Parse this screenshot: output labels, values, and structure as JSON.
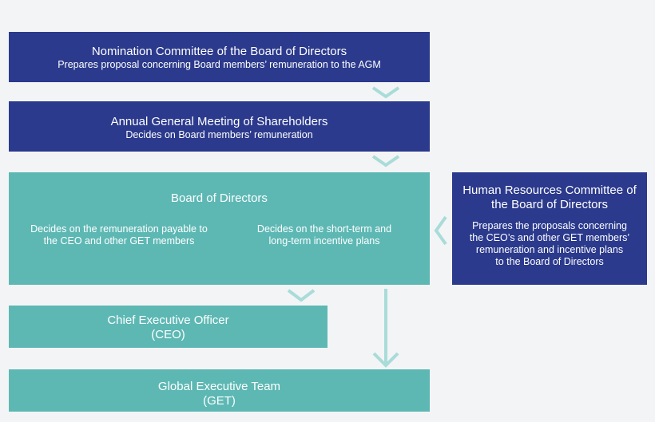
{
  "nomination": {
    "title": "Nomination Committee of the Board of Directors",
    "subtitle": "Prepares proposal concerning Board members’ remuneration to the AGM"
  },
  "agm": {
    "title": "Annual General Meeting of Shareholders",
    "subtitle": "Decides on Board members’ remuneration"
  },
  "board": {
    "title": "Board of Directors",
    "left_lines": [
      "Decides on the remuneration payable to",
      "the CEO and other GET members"
    ],
    "right_lines": [
      "Decides on the short-term and",
      "long-term incentive plans"
    ]
  },
  "hr": {
    "title_lines": [
      "Human Resources Committee of",
      "the Board of Directors"
    ],
    "desc_lines": [
      "Prepares the proposals concerning",
      "the CEO’s and other GET members’",
      "remuneration and incentive plans",
      "to the Board of Directors"
    ]
  },
  "ceo": {
    "lines": [
      "Chief Executive Officer",
      "(CEO)"
    ]
  },
  "get": {
    "lines": [
      "Global Executive Team",
      "(GET)"
    ]
  },
  "colors": {
    "navy": "#2b3a8c",
    "teal": "#5db8b4",
    "connector": "#a9dcd8",
    "background": "#f3f4f6"
  }
}
